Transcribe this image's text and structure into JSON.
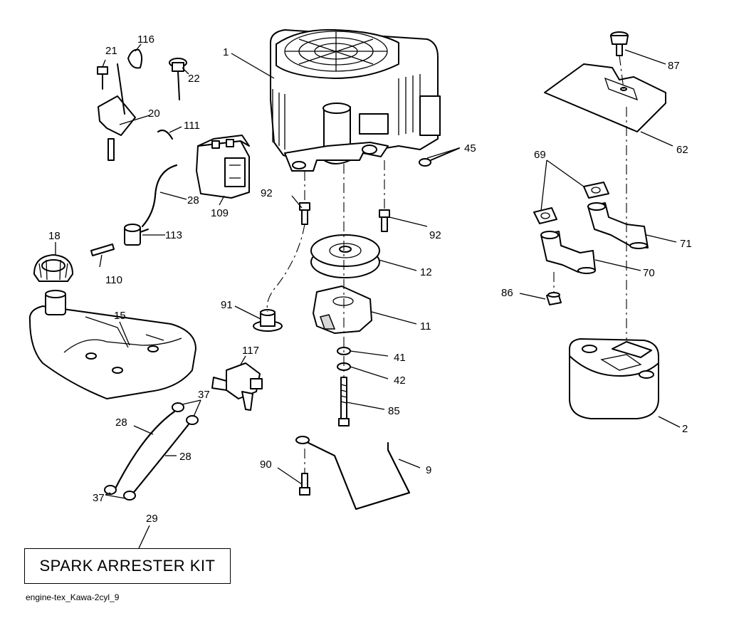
{
  "diagram": {
    "callouts": {
      "c1": "1",
      "c116": "116",
      "c21": "21",
      "c22": "22",
      "c20": "20",
      "c111": "111",
      "c28a": "28",
      "c109": "109",
      "c113": "113",
      "c18": "18",
      "c110": "110",
      "c15": "15",
      "c92a": "92",
      "c92b": "92",
      "c12": "12",
      "c11": "11",
      "c91": "91",
      "c41": "41",
      "c42": "42",
      "c85": "85",
      "c117": "117",
      "c37a": "37",
      "c28b": "28",
      "c28c": "28",
      "c37b": "37",
      "c90": "90",
      "c9": "9",
      "c29": "29",
      "c45": "45",
      "c87": "87",
      "c62": "62",
      "c69": "69",
      "c71": "71",
      "c70": "70",
      "c86": "86",
      "c2": "2"
    },
    "kit_label": "SPARK ARRESTER KIT",
    "footer": "engine-tex_Kawa-2cyl_9"
  }
}
